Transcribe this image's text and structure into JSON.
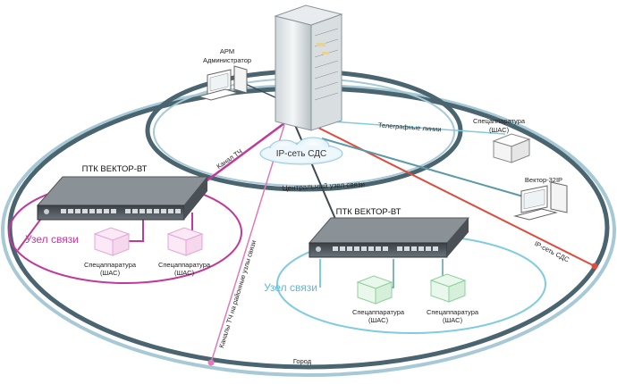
{
  "labels": {
    "arm": "АРМ",
    "administrator": "Администратор",
    "tel_lines": "Телеграфные линии",
    "spec_top_1": "Спецаппаратура",
    "spec_top_2": "(ШАС)",
    "kanal_tch": "Канал ТЧ",
    "ip_set": "IP-сеть СДС",
    "ptk_left": "ПТК ВЕКТОР-ВТ",
    "central_node": "Центральный узел связи",
    "vector": "Вектор-32IP",
    "ptk_right": "ПТК ВЕКТОР-ВТ",
    "uzel_left": "Узел связи",
    "uzel_right": "Узел связи",
    "spec_l1_1": "Спецаппаратура",
    "spec_l1_2": "(ШАС)",
    "spec_l2_1": "Спецаппаратура",
    "spec_l2_2": "(ШАС)",
    "spec_r1_1": "Спецаппаратура",
    "spec_r1_2": "(ШАС)",
    "spec_r2_1": "Спецаппаратура",
    "spec_r2_2": "(ШАС)",
    "ip_set_diag": "IP-сеть СДС",
    "kanaly_tch": "Каналы ТЧ на районные узлы связи",
    "gorod": "Город"
  },
  "colors": {
    "ring_outer": "#4a6470",
    "ring_inner": "#a7c9d6",
    "pink": "#c03a9b",
    "cyan": "#7fcbe0",
    "red": "#e04a3c",
    "light_pink": "#e07ab8",
    "teal_line": "#5a9aa8",
    "green_device": "#8ed09a",
    "pink_device": "#e8a4d8"
  },
  "icons": {
    "server": "server-rack-icon",
    "workstation": "desktop-computer-icon",
    "switch": "network-switch-icon",
    "device": "device-box-icon",
    "cloud": "cloud-icon"
  }
}
